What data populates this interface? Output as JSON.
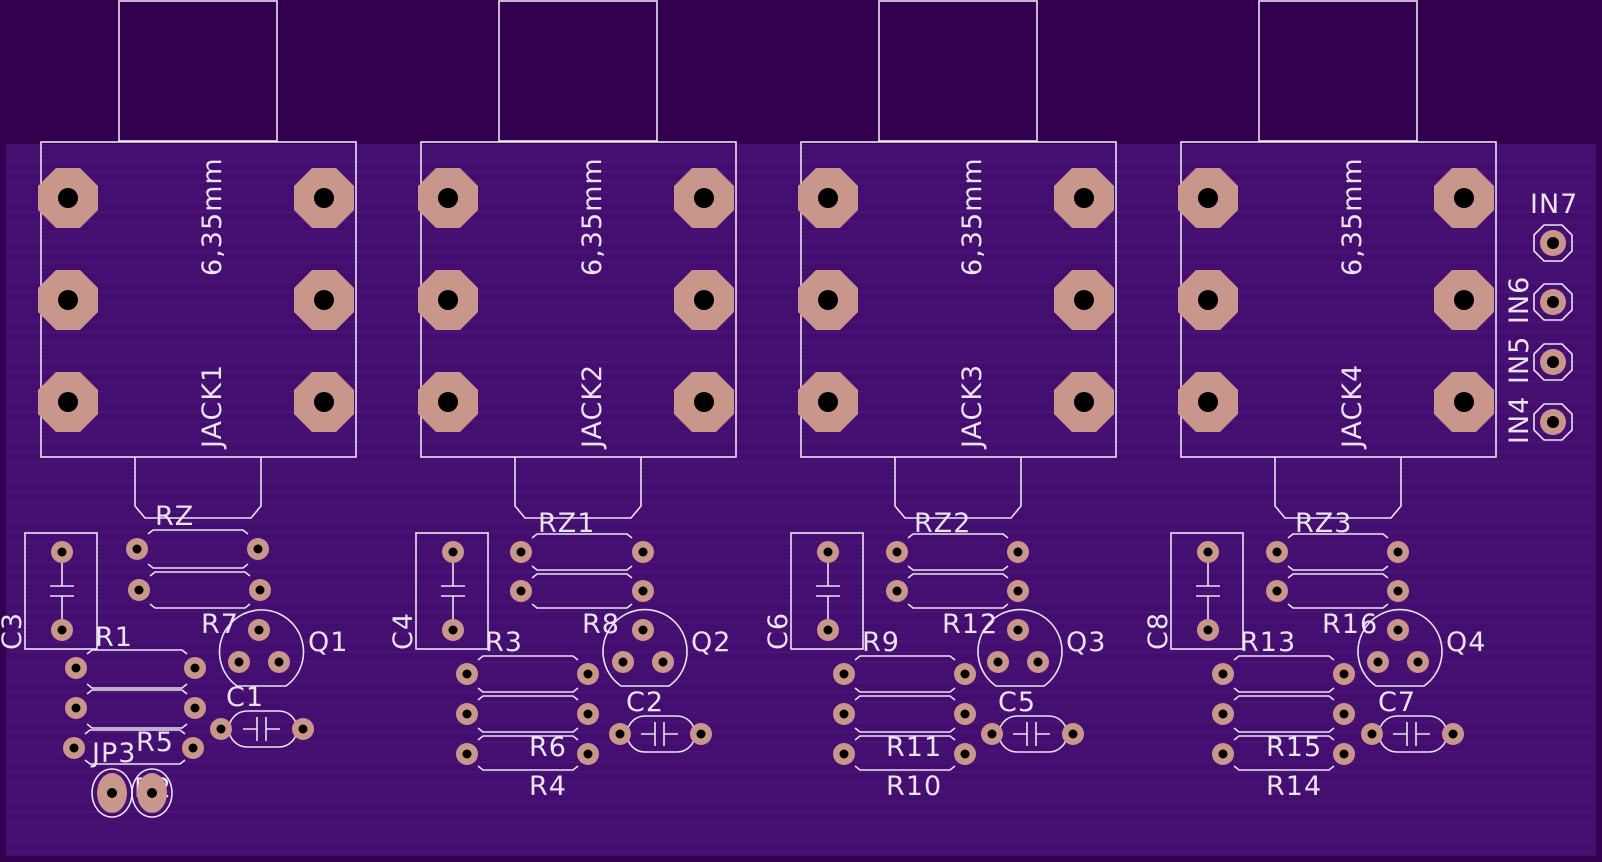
{
  "board": {
    "colors": {
      "background": "#33004f",
      "board_fill": "#440d70",
      "trace_lines": "#5a2a86",
      "silkscreen": "#e9e3ee",
      "copper_pad": "#c9968b",
      "drill_hole": "#000000"
    }
  },
  "jacks": [
    {
      "label": "JACK1",
      "size": "6,35mm"
    },
    {
      "label": "JACK2",
      "size": "6,35mm"
    },
    {
      "label": "JACK3",
      "size": "6,35mm"
    },
    {
      "label": "JACK4",
      "size": "6,35mm"
    }
  ],
  "channels": [
    {
      "rz": "RZ",
      "cap_v": "C3",
      "top_r": "R7",
      "q": "Q1",
      "c": "C1",
      "r_a": "R1",
      "r_b": "R5",
      "r_c": "",
      "r_d": ""
    },
    {
      "rz": "RZ1",
      "cap_v": "C4",
      "top_r": "R8",
      "q": "Q2",
      "c": "C2",
      "r_a": "R3",
      "r_b": "R6",
      "r_c": "R4",
      "r_d": ""
    },
    {
      "rz": "RZ2",
      "cap_v": "C6",
      "top_r": "R12",
      "q": "Q3",
      "c": "C5",
      "r_a": "R9",
      "r_b": "R11",
      "r_c": "R10",
      "r_d": ""
    },
    {
      "rz": "RZ3",
      "cap_v": "C8",
      "top_r": "R16",
      "q": "Q4",
      "c": "C7",
      "r_a": "R13",
      "r_b": "R15",
      "r_c": "R14",
      "r_d": ""
    }
  ],
  "extras": {
    "jumper": "JP3",
    "jumper_pad2": "R2"
  },
  "inputs": [
    "IN7",
    "IN6",
    "IN5",
    "IN4"
  ]
}
